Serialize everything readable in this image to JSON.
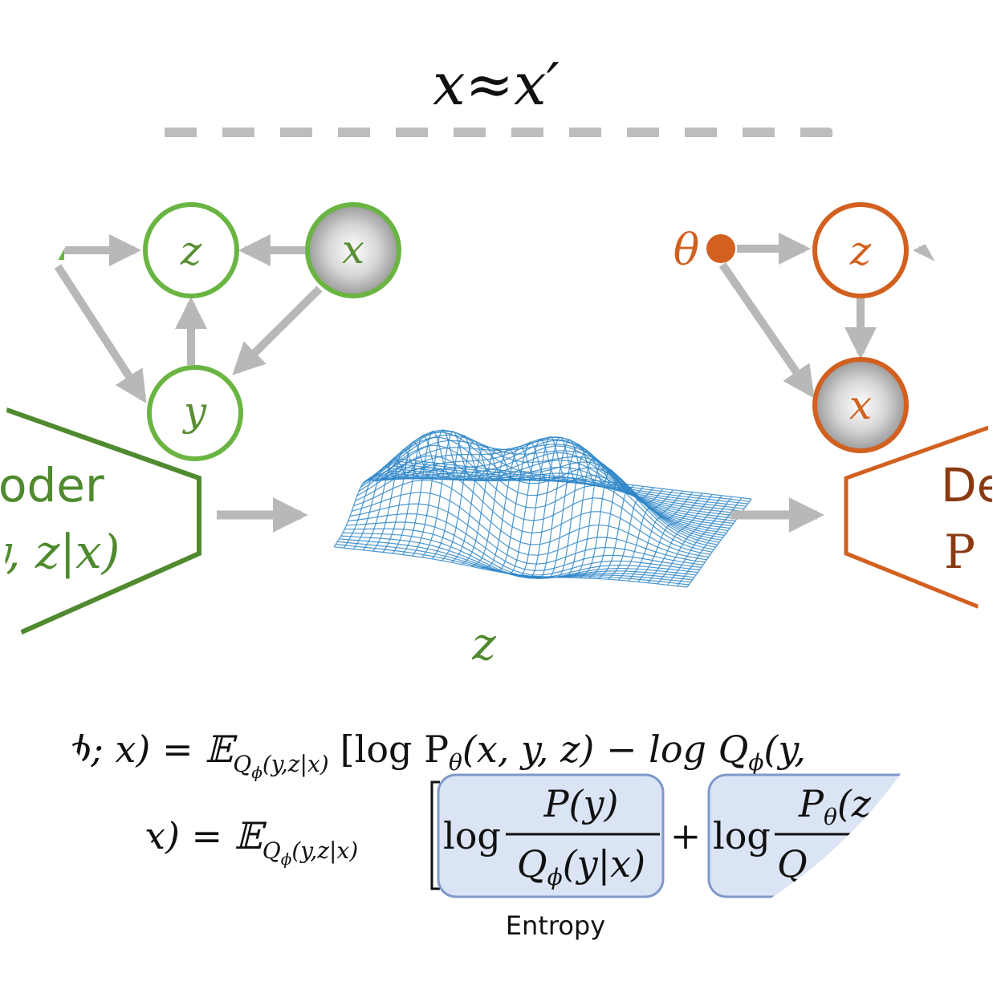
{
  "colors": {
    "encoder": "#5a8e35",
    "encoder_node": "#6ab542",
    "decoder": "#d2601f",
    "arrow": "#b8b8b8",
    "dash": "#bdbdbd",
    "surface": "#2e86c8",
    "box_fill": "#dbe4f4",
    "box_stroke": "#7e99c9",
    "text": "#111111"
  },
  "top_relation": "x≈x′",
  "encoder": {
    "label_line1": "oder",
    "label_line2": "y, z|x)",
    "nodes": {
      "z": "z",
      "x": "x",
      "y": "y"
    }
  },
  "decoder": {
    "param": "θ",
    "label_line1": "De",
    "label_line2": "P",
    "nodes": {
      "z": "z",
      "x": "x"
    }
  },
  "latent_label": "z",
  "equations": {
    "line1_left": "ϕ; x) = 𝔼",
    "line1_sub": "Q",
    "line1_sub2": "ϕ",
    "line1_sub3": "(y,z|x)",
    "line1_right": "[log P",
    "line1_right_sub": "θ",
    "line1_right2": "(x, y, z) − log Q",
    "line1_right2_sub": "ϕ",
    "line1_right3": "(y,",
    "line2_left": "x) = 𝔼",
    "line2_sub": "Q",
    "line2_sub2": "ϕ",
    "line2_sub3": "(y,z|x)",
    "box1_log": "log",
    "box1_num": "P(y)",
    "box1_den": "Q",
    "box1_den_sub": "ϕ",
    "box1_den2": "(y|x)",
    "plus": "+",
    "box2_log": "log",
    "box2_num": "P",
    "box2_num_sub": "θ",
    "box2_num2": "(z",
    "box2_den": "Q",
    "entropy_label": "Entropy"
  }
}
